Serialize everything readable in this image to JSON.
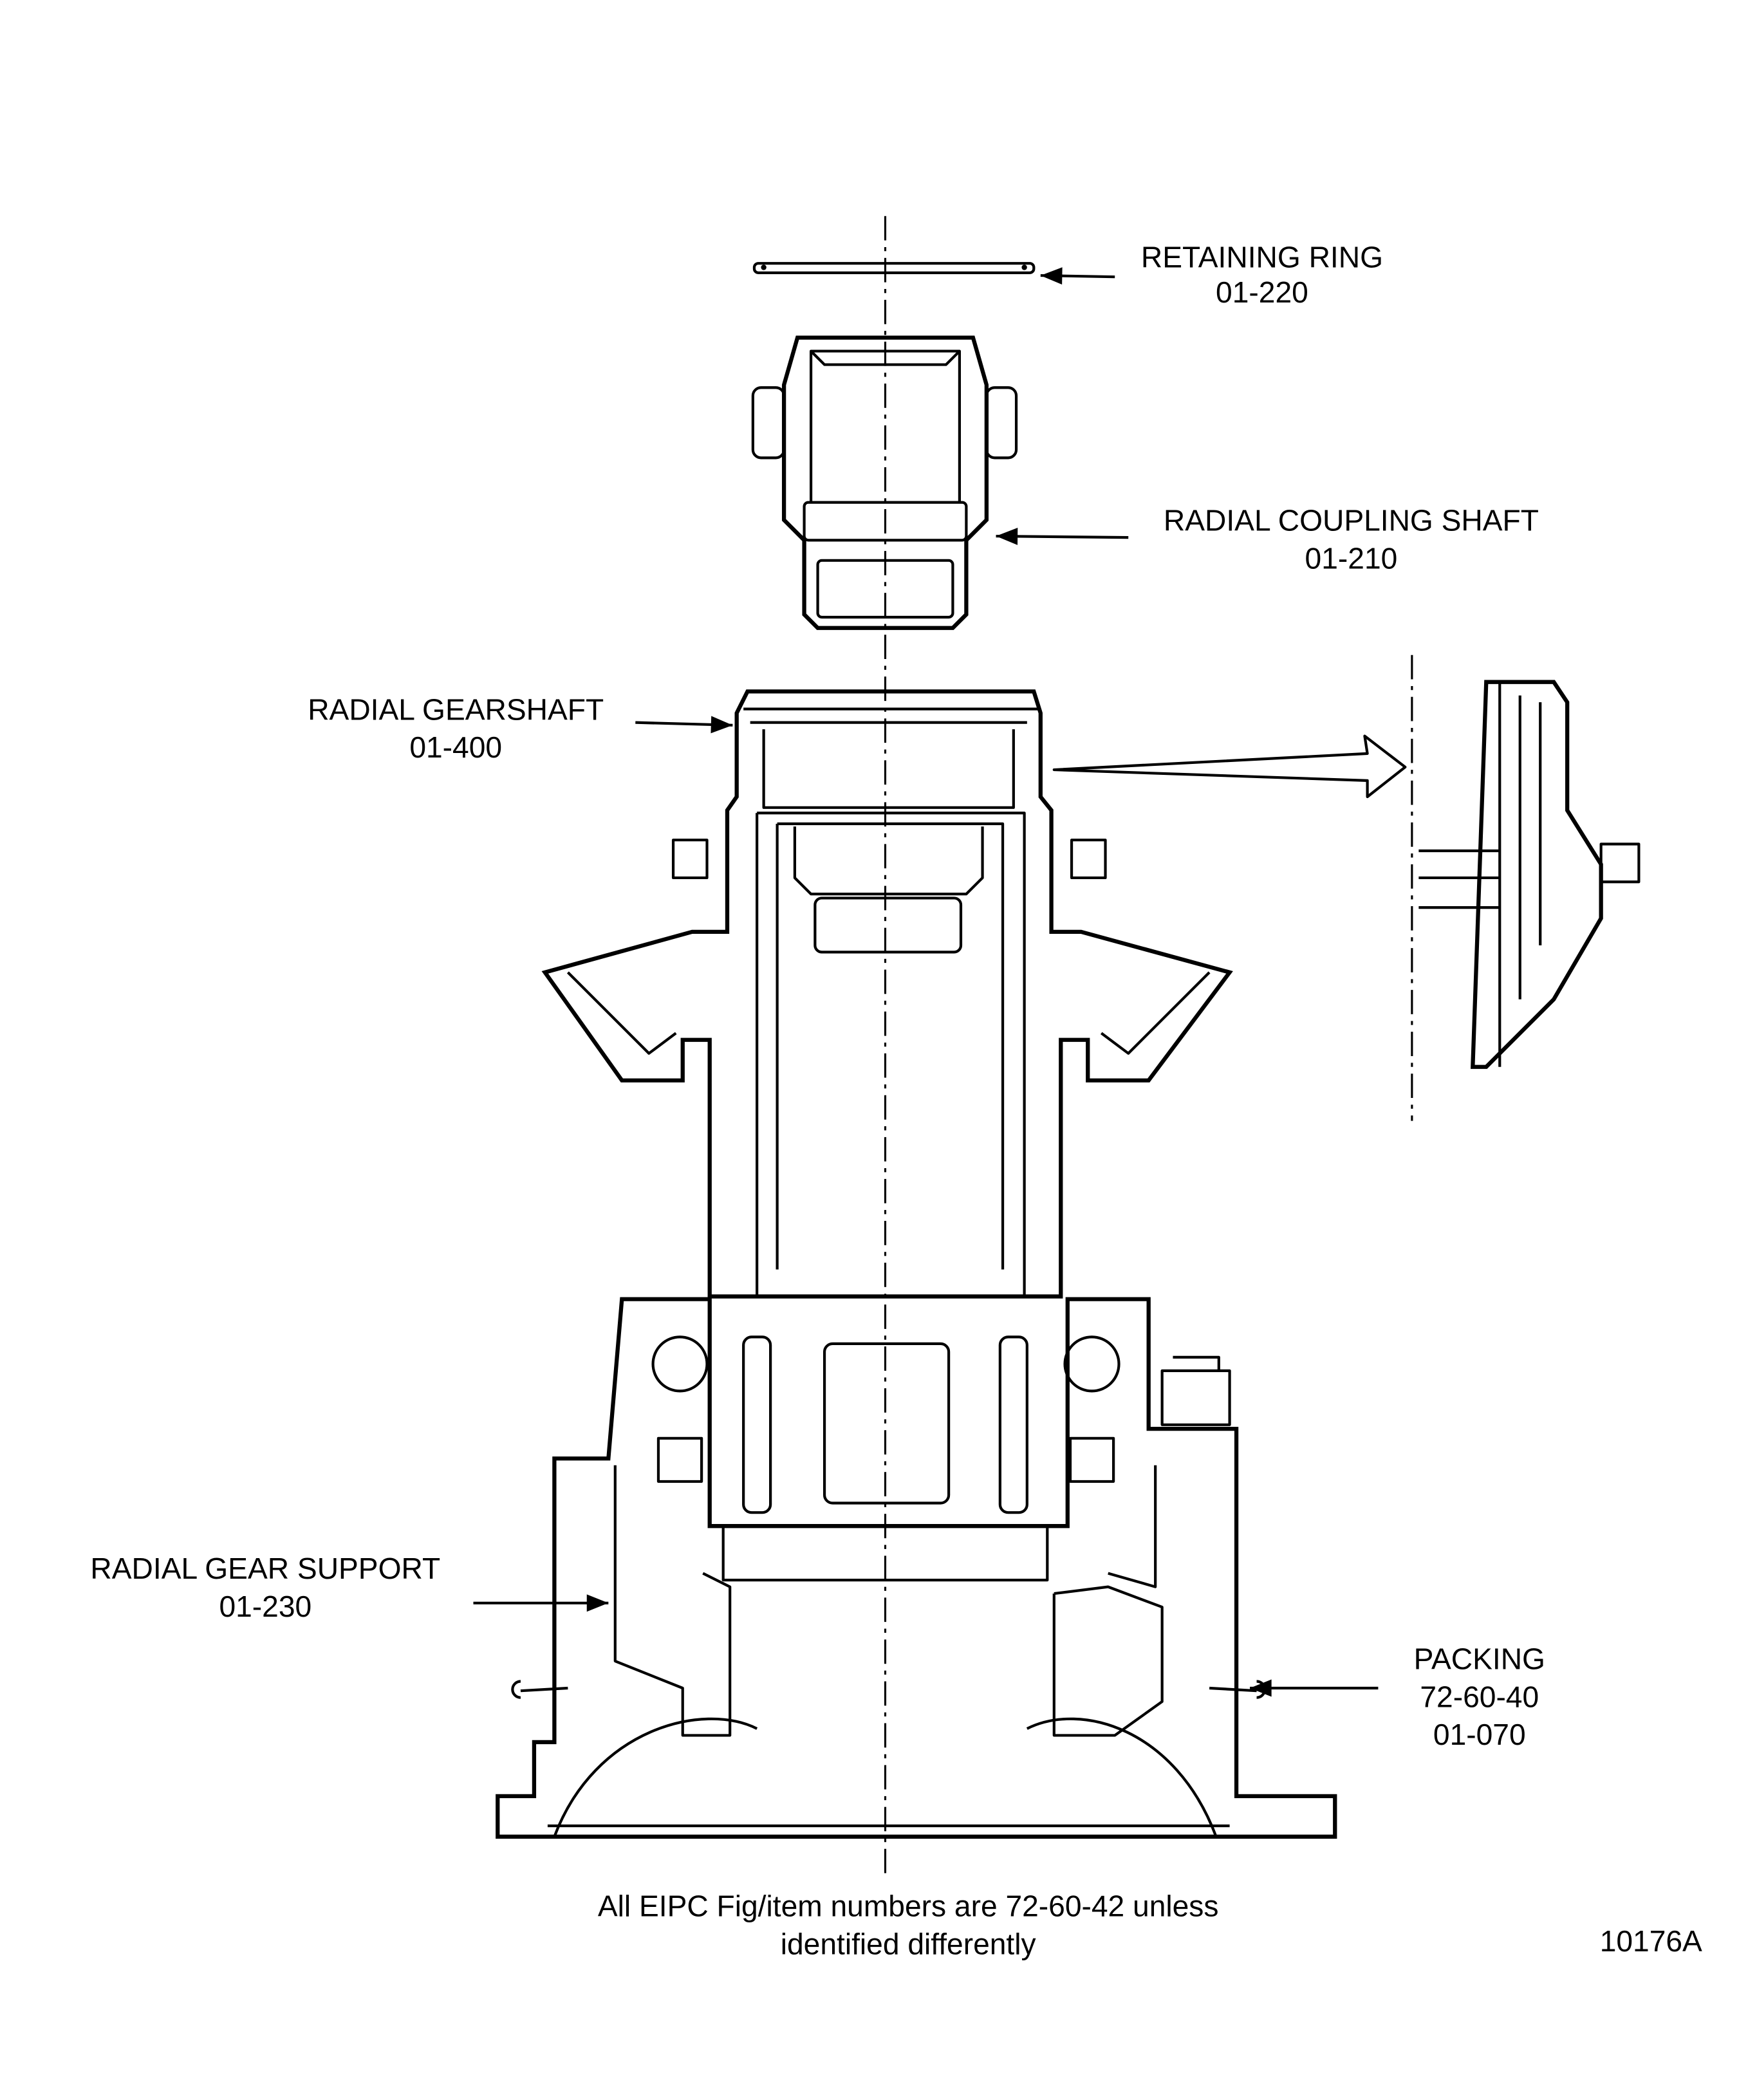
{
  "labels": {
    "retaining_ring": {
      "name": "RETAINING RING",
      "number": "01-220"
    },
    "radial_coupling_shaft": {
      "name": "RADIAL COUPLING SHAFT",
      "number": "01-210"
    },
    "radial_gearshaft": {
      "name": "RADIAL GEARSHAFT",
      "number": "01-400"
    },
    "radial_gear_support": {
      "name": "RADIAL GEAR SUPPORT",
      "number": "01-230"
    },
    "packing": {
      "name": "PACKING",
      "number_line1": "72-60-40",
      "number_line2": "01-070"
    }
  },
  "note": {
    "line1": "All EIPC Fig/item numbers are 72-60-42 unless",
    "line2": "identified differently"
  },
  "figure_id": "10176A",
  "colors": {
    "ink": "#000000",
    "paper": "#ffffff"
  }
}
